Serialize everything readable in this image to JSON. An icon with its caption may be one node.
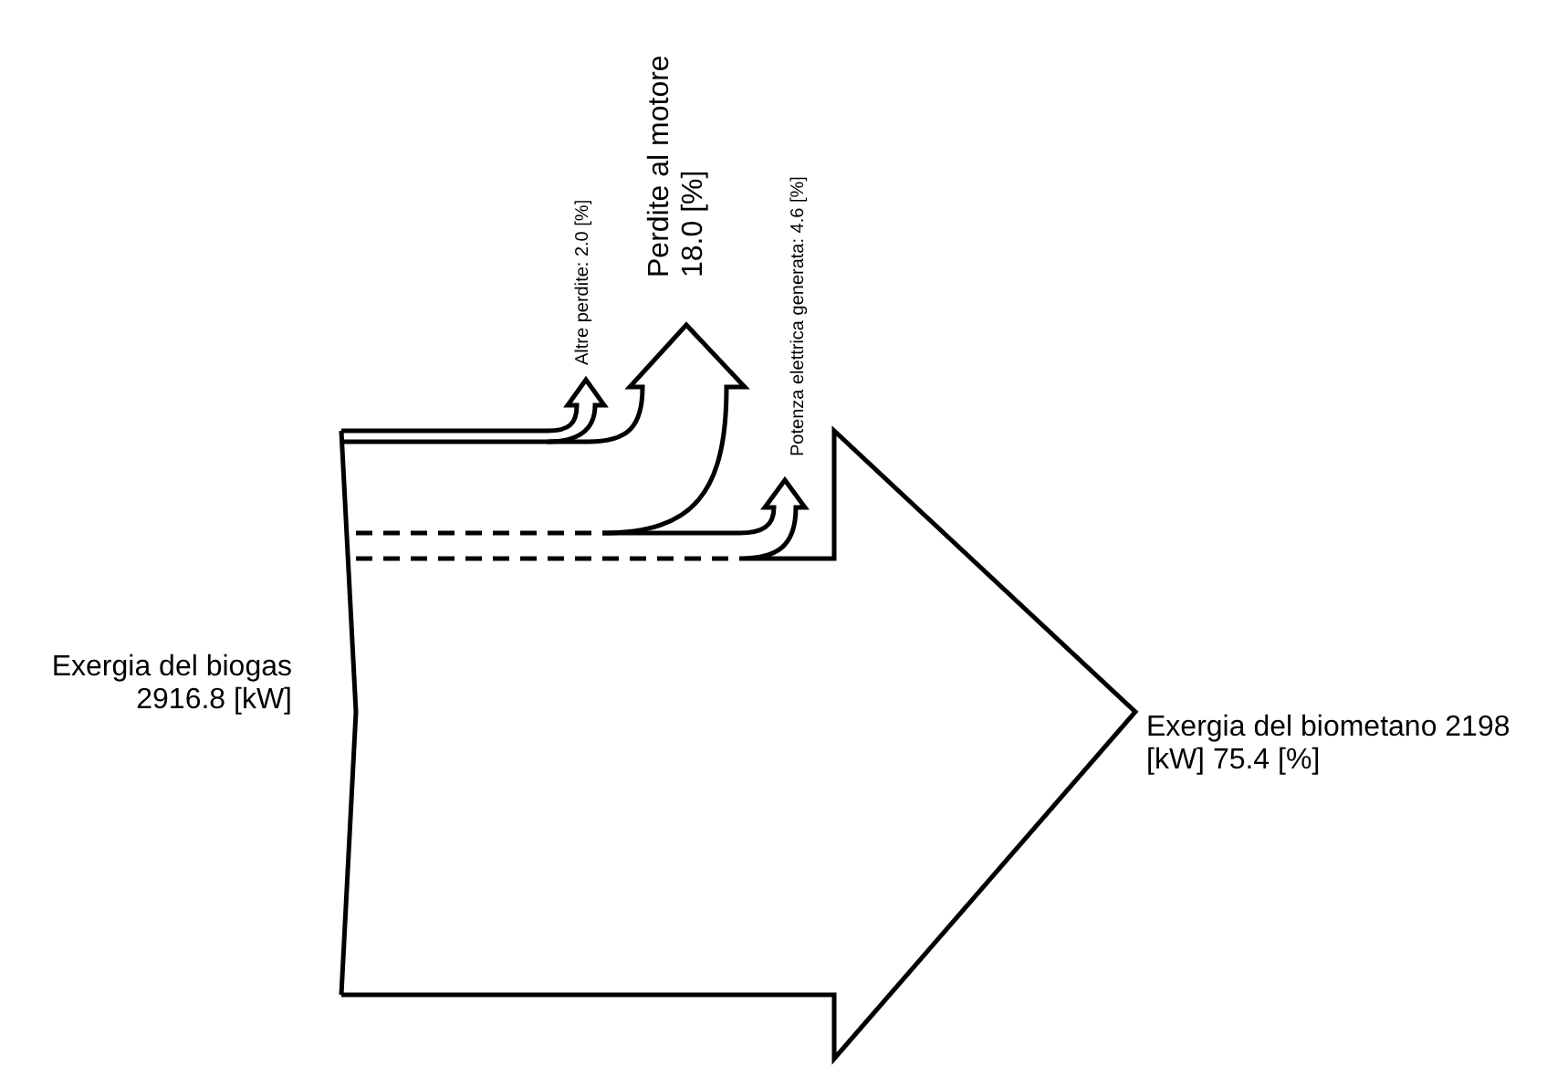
{
  "diagram": {
    "labels": [
      "Exergia del biogas 2916.8 [kW]",
      "Altre perdite: 2.0 [%]",
      "Perdite al motore 18.0 [%]",
      "Potenza elettrica generata: 4.6 [%]",
      "Exergia del biometano 2198 [kW] 75.4 [%]"
    ]
  }
}
